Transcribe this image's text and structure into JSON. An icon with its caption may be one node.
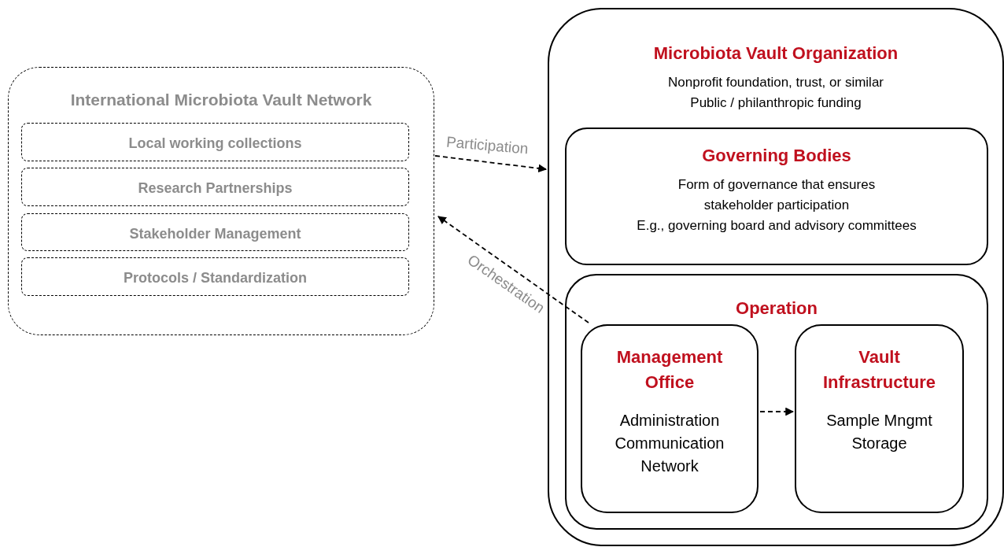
{
  "diagram": {
    "nodes": [
      {
        "text": [
          "International Microbiota Vault Network"
        ]
      },
      {
        "text": [
          "Local working collections"
        ],
        "in": 0
      },
      {
        "text": [
          "Research Partnerships"
        ],
        "in": 0
      },
      {
        "text": [
          "Stakeholder Management"
        ],
        "in": 0
      },
      {
        "text": [
          "Protocols / Standardization"
        ],
        "in": 0
      },
      {
        "text": [
          "Microbiota Vault Organization",
          "Nonprofit foundation, trust, or similar",
          "Public / philanthropic funding"
        ]
      },
      {
        "text": [
          "Governing Bodies",
          "Form of governance that ensures stakeholder participation",
          "E.g., governing board and advisory committees"
        ],
        "in": 5
      },
      {
        "text": [
          "Operation"
        ],
        "in": 5
      },
      {
        "text": [
          "Management Office",
          "Administration",
          "Communication",
          "Network"
        ],
        "in": 7
      },
      {
        "text": [
          "Vault Infrastructure",
          "Sample Mngmt",
          "Storage"
        ],
        "in": 7
      }
    ],
    "edges": [
      {
        "from": 0,
        "to": 5,
        "arrow": "to",
        "label": "Participation",
        "style": "dashed"
      },
      {
        "from": 8,
        "to": 0,
        "arrow": "to",
        "label": "Orchestration",
        "style": "dashed"
      },
      {
        "from": 8,
        "to": 9,
        "arrow": "to",
        "style": "dashed"
      }
    ]
  }
}
